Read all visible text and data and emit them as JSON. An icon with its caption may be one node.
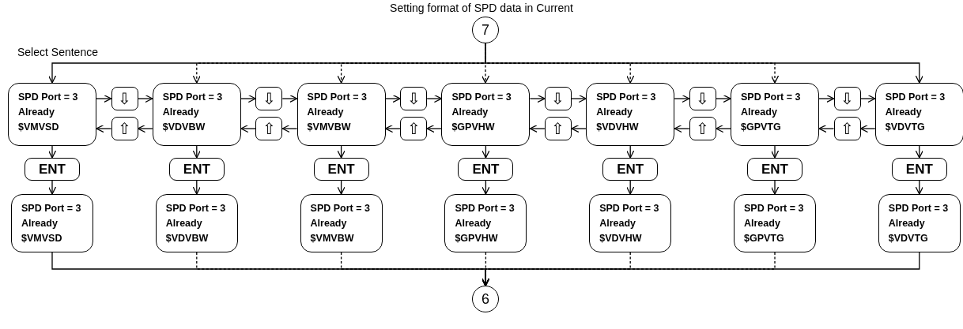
{
  "diagram": {
    "title": "Setting format of SPD data in Current",
    "nodes": [
      {
        "text": [
          "7"
        ]
      },
      {
        "text": [
          "SPD Port = 3",
          "Already",
          "$VMVSD"
        ]
      },
      {
        "text": [
          "⇩"
        ]
      },
      {
        "text": [
          "⇧"
        ]
      },
      {
        "text": [
          "SPD Port = 3",
          "Already",
          "$VDVBW"
        ]
      },
      {
        "text": [
          "⇩"
        ]
      },
      {
        "text": [
          "⇧"
        ]
      },
      {
        "text": [
          "SPD Port = 3",
          "Already",
          "$VMVBW"
        ]
      },
      {
        "text": [
          "⇩"
        ]
      },
      {
        "text": [
          "⇧"
        ]
      },
      {
        "text": [
          "SPD Port = 3",
          "Already",
          "$GPVHW"
        ]
      },
      {
        "text": [
          "⇩"
        ]
      },
      {
        "text": [
          "⇧"
        ]
      },
      {
        "text": [
          "SPD Port = 3",
          "Already",
          "$VDVHW"
        ]
      },
      {
        "text": [
          "⇩"
        ]
      },
      {
        "text": [
          "⇧"
        ]
      },
      {
        "text": [
          "SPD Port = 3",
          "Already",
          "$GPVTG"
        ]
      },
      {
        "text": [
          "⇩"
        ]
      },
      {
        "text": [
          "⇧"
        ]
      },
      {
        "text": [
          "SPD Port = 3",
          "Already",
          "$VDVTG"
        ]
      },
      {
        "text": [
          "ENT"
        ]
      },
      {
        "text": [
          "ENT"
        ]
      },
      {
        "text": [
          "ENT"
        ]
      },
      {
        "text": [
          "ENT"
        ]
      },
      {
        "text": [
          "ENT"
        ]
      },
      {
        "text": [
          "ENT"
        ]
      },
      {
        "text": [
          "ENT"
        ]
      },
      {
        "text": [
          "SPD Port = 3",
          "Already",
          "$VMVSD"
        ]
      },
      {
        "text": [
          "SPD Port = 3",
          "Already",
          "$VDVBW"
        ]
      },
      {
        "text": [
          "SPD Port = 3",
          "Already",
          "$VMVBW"
        ]
      },
      {
        "text": [
          "SPD Port = 3",
          "Already",
          "$GPVHW"
        ]
      },
      {
        "text": [
          "SPD Port = 3",
          "Already",
          "$VDVHW"
        ]
      },
      {
        "text": [
          "SPD Port = 3",
          "Already",
          "$GPVTG"
        ]
      },
      {
        "text": [
          "SPD Port = 3",
          "Already",
          "$VDVTG"
        ]
      },
      {
        "text": [
          "6"
        ]
      }
    ],
    "edges": [
      {
        "from": 0,
        "to": 1,
        "arrow": "to"
      },
      {
        "from": 0,
        "to": 4,
        "arrow": "to",
        "style": "dashed"
      },
      {
        "from": 0,
        "to": 7,
        "arrow": "to",
        "style": "dashed"
      },
      {
        "from": 0,
        "to": 10,
        "arrow": "to",
        "style": "dashed"
      },
      {
        "from": 0,
        "to": 13,
        "arrow": "to",
        "style": "dashed"
      },
      {
        "from": 0,
        "to": 16,
        "arrow": "to",
        "style": "dashed"
      },
      {
        "from": 0,
        "to": 19,
        "arrow": "to"
      },
      {
        "from": 1,
        "to": 2,
        "arrow": "to"
      },
      {
        "from": 2,
        "to": 4,
        "arrow": "to"
      },
      {
        "from": 4,
        "to": 3,
        "arrow": "to"
      },
      {
        "from": 3,
        "to": 1,
        "arrow": "to"
      },
      {
        "from": 4,
        "to": 5,
        "arrow": "to"
      },
      {
        "from": 5,
        "to": 7,
        "arrow": "to"
      },
      {
        "from": 7,
        "to": 6,
        "arrow": "to"
      },
      {
        "from": 6,
        "to": 4,
        "arrow": "to"
      },
      {
        "from": 7,
        "to": 8,
        "arrow": "to"
      },
      {
        "from": 8,
        "to": 10,
        "arrow": "to"
      },
      {
        "from": 10,
        "to": 9,
        "arrow": "to"
      },
      {
        "from": 9,
        "to": 7,
        "arrow": "to"
      },
      {
        "from": 10,
        "to": 11,
        "arrow": "to"
      },
      {
        "from": 11,
        "to": 13,
        "arrow": "to"
      },
      {
        "from": 13,
        "to": 12,
        "arrow": "to"
      },
      {
        "from": 12,
        "to": 10,
        "arrow": "to"
      },
      {
        "from": 13,
        "to": 14,
        "arrow": "to"
      },
      {
        "from": 14,
        "to": 16,
        "arrow": "to"
      },
      {
        "from": 16,
        "to": 15,
        "arrow": "to"
      },
      {
        "from": 15,
        "to": 13,
        "arrow": "to"
      },
      {
        "from": 16,
        "to": 17,
        "arrow": "to"
      },
      {
        "from": 17,
        "to": 19,
        "arrow": "to"
      },
      {
        "from": 19,
        "to": 18,
        "arrow": "to"
      },
      {
        "from": 18,
        "to": 16,
        "arrow": "to"
      },
      {
        "from": 1,
        "to": 20,
        "arrow": "to"
      },
      {
        "from": 20,
        "to": 27,
        "arrow": "to"
      },
      {
        "from": 4,
        "to": 21,
        "arrow": "to"
      },
      {
        "from": 21,
        "to": 28,
        "arrow": "to"
      },
      {
        "from": 7,
        "to": 22,
        "arrow": "to"
      },
      {
        "from": 22,
        "to": 29,
        "arrow": "to"
      },
      {
        "from": 10,
        "to": 23,
        "arrow": "to"
      },
      {
        "from": 23,
        "to": 30,
        "arrow": "to"
      },
      {
        "from": 13,
        "to": 24,
        "arrow": "to"
      },
      {
        "from": 24,
        "to": 31,
        "arrow": "to"
      },
      {
        "from": 16,
        "to": 25,
        "arrow": "to"
      },
      {
        "from": 25,
        "to": 32,
        "arrow": "to"
      },
      {
        "from": 19,
        "to": 26,
        "arrow": "to"
      },
      {
        "from": 26,
        "to": 33,
        "arrow": "to"
      },
      {
        "from": 27,
        "to": 34,
        "arrow": "to"
      },
      {
        "from": 28,
        "to": 34,
        "arrow": "to",
        "style": "dashed"
      },
      {
        "from": 29,
        "to": 34,
        "arrow": "to",
        "style": "dashed"
      },
      {
        "from": 30,
        "to": 34,
        "arrow": "to",
        "style": "dashed"
      },
      {
        "from": 31,
        "to": 34,
        "arrow": "to",
        "style": "dashed"
      },
      {
        "from": 32,
        "to": 34,
        "arrow": "to",
        "style": "dashed"
      },
      {
        "from": 33,
        "to": 34,
        "arrow": "to"
      }
    ],
    "labels": [
      "Select Sentence"
    ]
  }
}
